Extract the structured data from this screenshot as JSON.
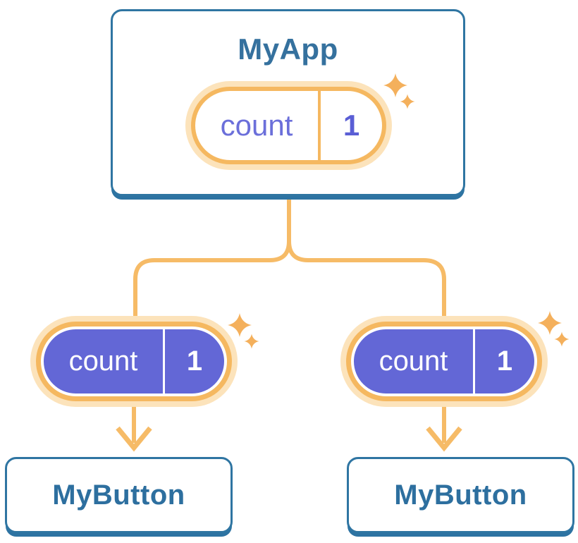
{
  "diagram": {
    "root": {
      "title": "MyApp",
      "state": {
        "label": "count",
        "value": "1"
      }
    },
    "children": [
      {
        "title": "MyButton",
        "state": {
          "label": "count",
          "value": "1"
        }
      },
      {
        "title": "MyButton",
        "state": {
          "label": "count",
          "value": "1"
        }
      }
    ]
  },
  "colors": {
    "card_background": "#ffffff",
    "card_border_blue": "#2f75a2",
    "card_shadow_blue": "#2d73a2",
    "title_blue": "#35719e",
    "button_text_blue": "#2d6f9f",
    "state_fill_purple": "#6367d6",
    "state_label_purple": "#6b6fda",
    "state_value_purple": "#5a5ed5",
    "pill_border_orange": "#f5b860",
    "pill_glow_orange": "#fce3bb",
    "connector_orange": "#f6bb67",
    "sparkle_orange": "#f4b05c"
  },
  "icons": {
    "sparkle": "sparkle-icon",
    "arrow": "arrow-down-icon"
  }
}
